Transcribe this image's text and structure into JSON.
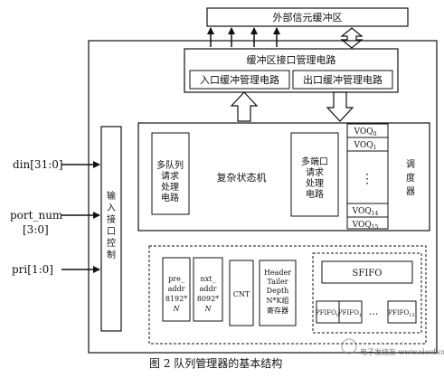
{
  "external_buffer": "外部信元缓冲区",
  "buffer_interface": "缓冲区接口管理电路",
  "ingress_buffer": "入口缓冲管理电路",
  "egress_buffer": "出口缓冲管理电路",
  "input_signals": [
    {
      "name": "din[31:0]",
      "extra": ""
    },
    {
      "name": "port_num",
      "extra": "[3:0]"
    },
    {
      "name": "pri[1:0]",
      "extra": ""
    }
  ],
  "input_control_chars": [
    "输",
    "入",
    "接",
    "口",
    "控",
    "制"
  ],
  "multi_queue_lines": [
    "多队列",
    "请求",
    "处理",
    "电路"
  ],
  "complex_fsm": "复杂状态机",
  "multi_port_lines": [
    "多端口",
    "请求",
    "处理",
    "电路"
  ],
  "voq": [
    {
      "base": "VOQ",
      "sub": "0"
    },
    {
      "base": "VOQ",
      "sub": "1"
    },
    {
      "base": "VOQ",
      "sub": "14"
    },
    {
      "base": "VOQ",
      "sub": "15"
    }
  ],
  "voq_ellipsis": "⋮",
  "scheduler_chars": [
    "调",
    "度",
    "器"
  ],
  "pre_addr_lines": [
    "pre_",
    "addr",
    "8192*",
    "N"
  ],
  "next_addr_lines": [
    "nxt_",
    "addr",
    "8092*",
    "N"
  ],
  "cnt": "CNT",
  "header_lines": [
    "Header",
    "Tailer",
    "Depth",
    "N*K组",
    "寄存器"
  ],
  "sfifo": "SFIFO",
  "pfifos": [
    {
      "base": "PFIFO",
      "sub": "0"
    },
    {
      "base": "PFIFO",
      "sub": "1"
    },
    {
      "base": "PFIFO",
      "sub": "15"
    }
  ],
  "pfifo_dots": "…",
  "caption": "图 2   队列管理器的基本结构",
  "watermark": "电子发烧友 www.elecfans.com"
}
